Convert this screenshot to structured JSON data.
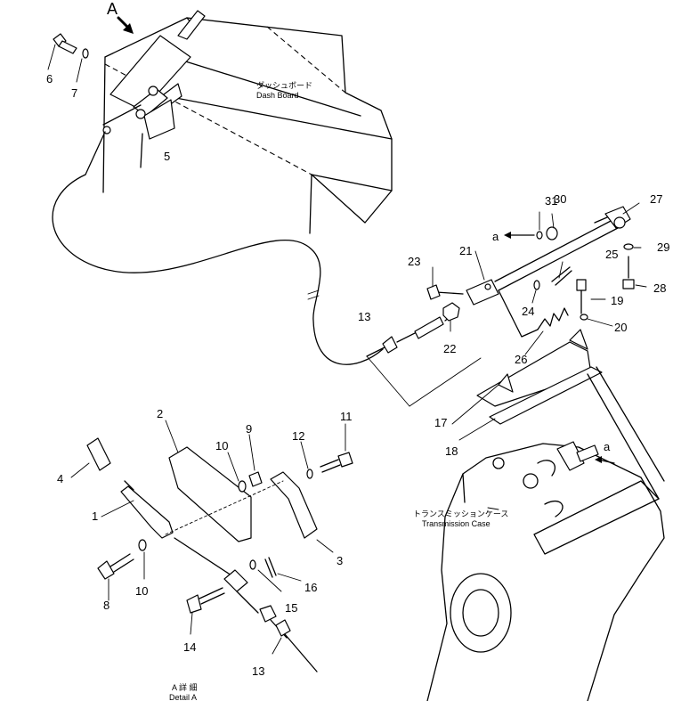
{
  "view_label": "A",
  "dash_board": {
    "jp": "ダッシュボード",
    "en": "Dash Board"
  },
  "transmission_case": {
    "jp": "トランスミッションケース",
    "en": "Transmission Case"
  },
  "detail": {
    "jp": "A 詳 細",
    "en": "Detail A"
  },
  "connector_label": "a",
  "callouts": {
    "p1": "1",
    "p2": "2",
    "p3": "3",
    "p4": "4",
    "p5": "5",
    "p6": "6",
    "p7": "7",
    "p8": "8",
    "p9": "9",
    "p10a": "10",
    "p10b": "10",
    "p11": "11",
    "p12": "12",
    "p13a": "13",
    "p13b": "13",
    "p14": "14",
    "p15": "15",
    "p16": "16",
    "p17": "17",
    "p18": "18",
    "p19": "19",
    "p20": "20",
    "p21": "21",
    "p22": "22",
    "p23": "23",
    "p24": "24",
    "p25": "25",
    "p26": "26",
    "p27": "27",
    "p28": "28",
    "p29": "29",
    "p30": "30",
    "p31": "31"
  }
}
